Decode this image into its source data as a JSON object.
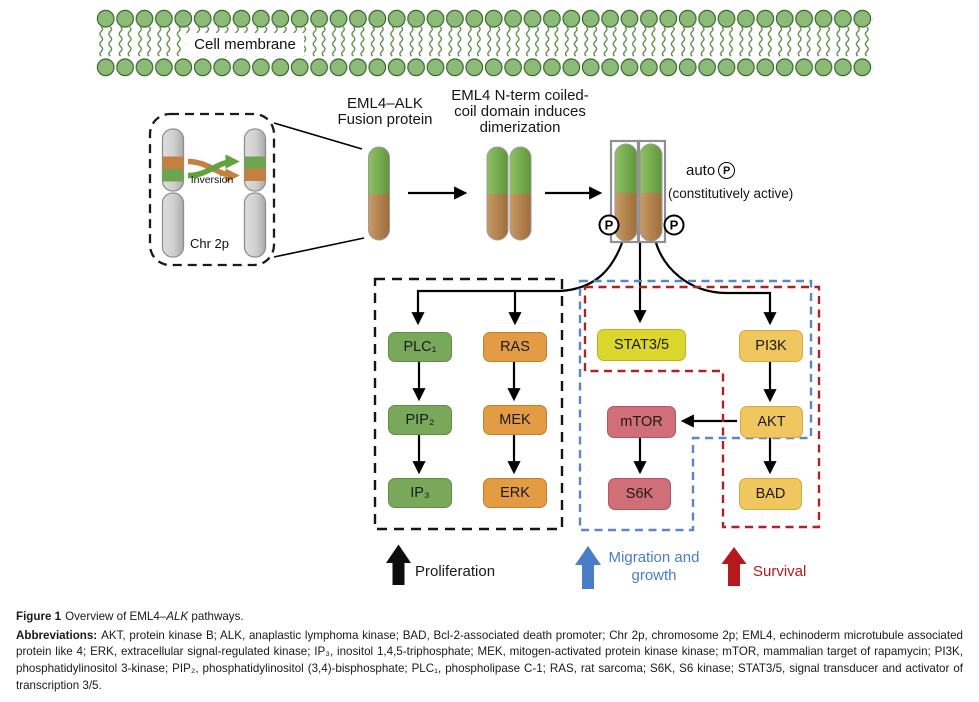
{
  "figure": {
    "membrane_label": "Cell membrane",
    "chromosome": {
      "inversion_label": "Inversion",
      "chr_label": "Chr 2p"
    },
    "fusion_label_line1": "EML4–ALK",
    "fusion_label_line2": "Fusion protein",
    "dimer_label_line1": "EML4 N-term coiled-",
    "dimer_label_line2": "coil domain induces",
    "dimer_label_line3": "dimerization",
    "auto_label": "auto",
    "phospho_symbol": "P",
    "active_label": "(constitutively active)",
    "nodes": {
      "plc1": "PLC₁",
      "ras": "RAS",
      "stat35": "STAT3/5",
      "pi3k": "PI3K",
      "pip2": "PIP₂",
      "mek": "MEK",
      "mtor": "mTOR",
      "akt": "AKT",
      "ip3": "IP₃",
      "erk": "ERK",
      "s6k": "S6K",
      "bad": "BAD"
    },
    "outcomes": {
      "proliferation": "Proliferation",
      "migration_line1": "Migration and",
      "migration_line2": "growth",
      "survival": "Survival"
    },
    "colors": {
      "node_green": "#7aa85a",
      "node_orange": "#e39c43",
      "node_yellow": "#dcd72e",
      "node_gold": "#f0c75f",
      "node_rose": "#d06f77",
      "dashed_black": "#141414",
      "dashed_blue": "#5b87c8",
      "dashed_red": "#b02025",
      "arrow_blue": "#4a7dc8",
      "arrow_red": "#b5191e",
      "membrane_head": "#8cbb77",
      "band_orange": "#c5803f",
      "band_green": "#6da44e",
      "pill_green": "#6fa046",
      "pill_brown": "#b0854f"
    }
  },
  "caption": {
    "figure_label": "Figure 1",
    "title_pre": "Overview of EML4–",
    "title_italic": "ALK",
    "title_post": " pathways.",
    "abbrev_label": "Abbreviations:",
    "abbrev_text": "AKT, protein kinase B; ALK, anaplastic lymphoma kinase; BAD, Bcl-2-associated death promoter; Chr 2p, chromosome 2p; EML4, echinoderm microtubule associated protein like 4; ERK, extracellular signal-regulated kinase; IP₃, inositol 1,4,5-triphosphate; MEK, mitogen-activated protein kinase kinase; mTOR, mammalian target of rapamycin; PI3K, phosphatidylinositol 3-kinase; PIP₂, phosphatidylinositol (3,4)-bisphosphate; PLC₁, phospholipase C-1; RAS, rat sarcoma; S6K, S6 kinase; STAT3/5, signal transducer and activator of transcription 3/5."
  }
}
